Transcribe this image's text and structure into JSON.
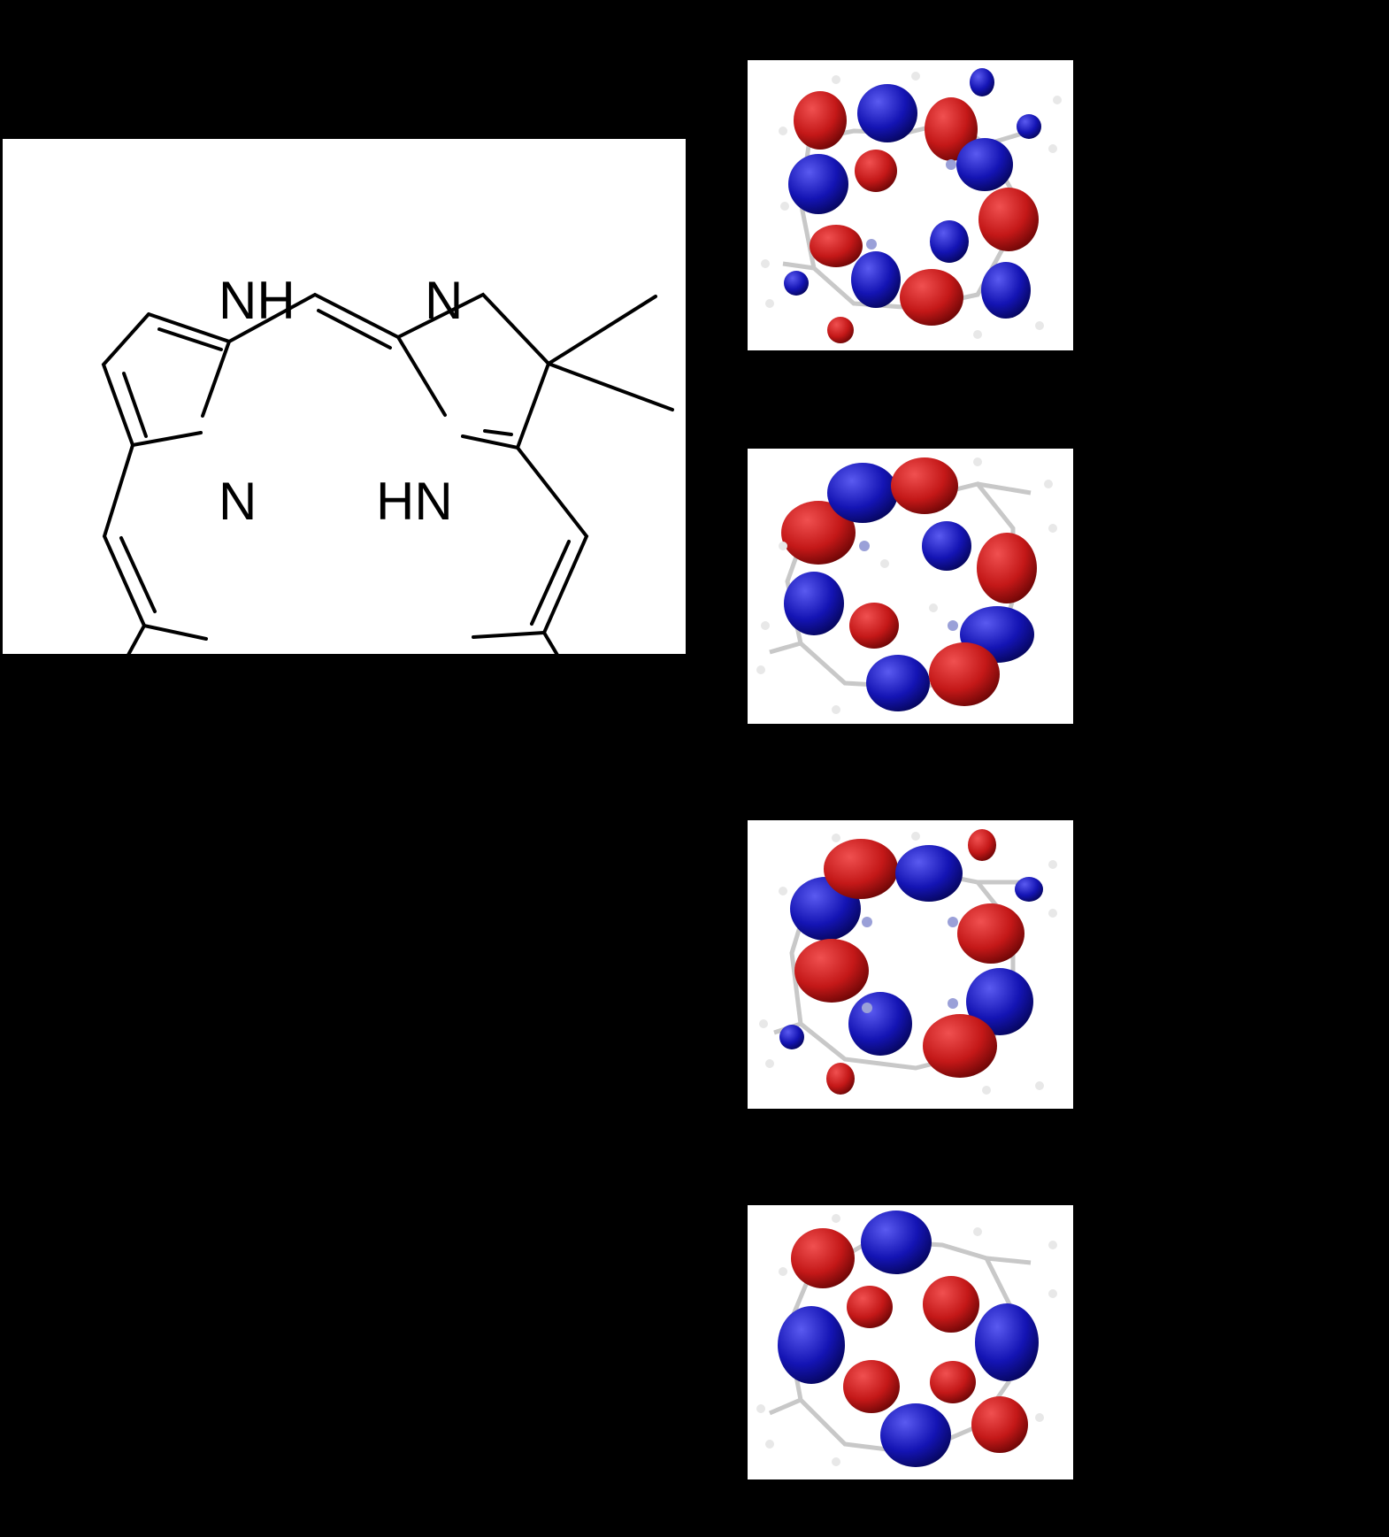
{
  "structure": {
    "atom_labels": [
      "NH",
      "N",
      "N",
      "HN"
    ]
  },
  "orbitals": [
    {
      "id": "orbital-1"
    },
    {
      "id": "orbital-2"
    },
    {
      "id": "orbital-3"
    },
    {
      "id": "orbital-4"
    }
  ],
  "colors": {
    "background": "#000000",
    "panel": "#ffffff",
    "lobe_positive": "#c41818",
    "lobe_negative": "#1414b4",
    "atom_carbon": "#c8c8c8",
    "atom_nitrogen": "#9aa0d8"
  }
}
